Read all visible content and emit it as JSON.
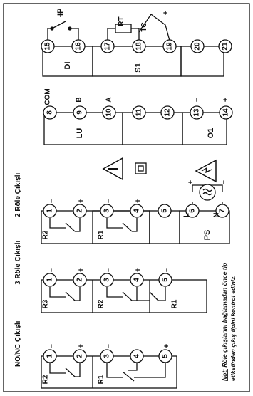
{
  "top_blocks": [
    {
      "id": "di",
      "label": "DI",
      "terminals": [
        "15",
        "16"
      ],
      "top_label": "IP"
    },
    {
      "id": "s1",
      "label": "S1",
      "terminals": [
        "17",
        "18",
        "19"
      ],
      "top_labels": [
        "RT",
        "TC",
        "+"
      ]
    },
    {
      "id": "extra",
      "label": "",
      "terminals": [
        "20",
        "21"
      ]
    }
  ],
  "lu_block": {
    "lu_label": "LU",
    "o1_label": "O1",
    "terminals": [
      "8",
      "9",
      "10",
      "11",
      "12",
      "13",
      "14"
    ],
    "terminal_labels": [
      "COM",
      "B",
      "A",
      "",
      "",
      "–",
      "+"
    ]
  },
  "relay2_block": {
    "title": "2 Röle Çıkışlı",
    "r2_label": "R2",
    "r1_label": "R1",
    "ps_label": "PS",
    "terminals": [
      "1",
      "2",
      "3",
      "4",
      "5",
      "6",
      "7"
    ],
    "polarity": [
      "–",
      "+",
      "–",
      "+",
      "",
      "L",
      "N"
    ],
    "ps_polarity": [
      "+",
      "–"
    ]
  },
  "relay3_block": {
    "title": "3 Röle Çıkışlı",
    "labels": [
      "R3",
      "R2",
      "R1"
    ],
    "terminals": [
      "1",
      "2",
      "3",
      "4",
      "5"
    ],
    "polarity": [
      "–",
      "+",
      "–",
      "+",
      "–"
    ]
  },
  "nonc_block": {
    "title": "NO/NC Çıkışlı",
    "labels": [
      "R2",
      "R1"
    ],
    "terminals": [
      "1",
      "2",
      "3",
      "4",
      "5"
    ],
    "polarity": [
      "–",
      "+",
      "–",
      "",
      "+"
    ]
  },
  "note": {
    "prefix": "Not:",
    "line1": " Röle çıkışlarını bağlamadan önce tip",
    "line2": "etiketinden çıkış tipini kontrol ediniz."
  },
  "colors": {
    "line": "#111111",
    "background": "#ffffff"
  }
}
